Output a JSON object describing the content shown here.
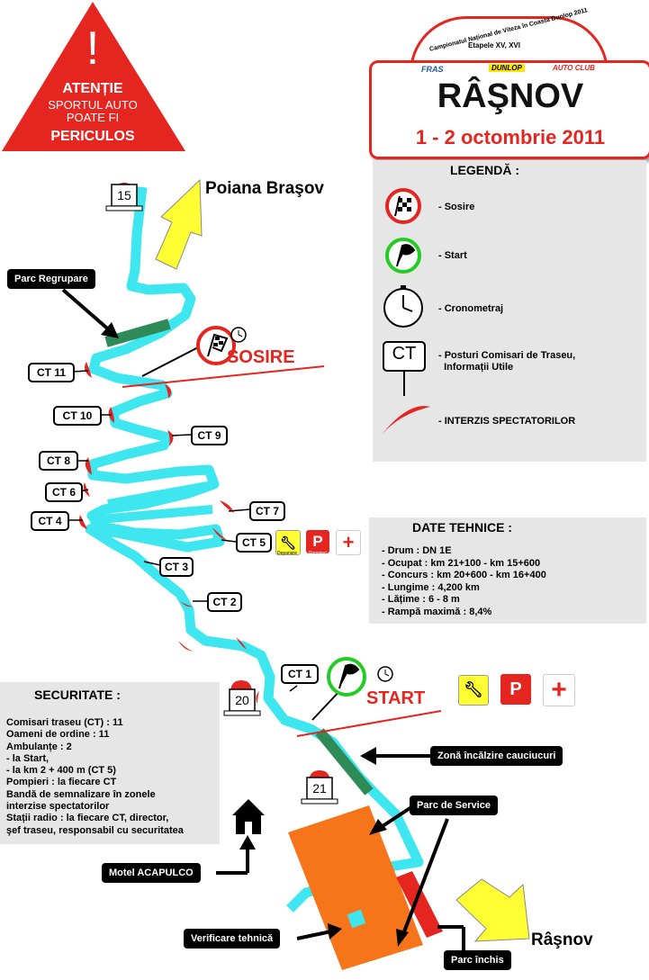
{
  "alert": {
    "exclamation": "!",
    "line1": "ATENȚIE",
    "line2": "SPORTUL AUTO",
    "line3": "POATE FI",
    "line4": "PERICULOS"
  },
  "event": {
    "arc_text": "Campionatul Național de Viteza în Coasta Dunlop 2011",
    "stages": "Etapele XV, XVI",
    "logo_left": "FRAS",
    "logo_mid": "DUNLOP",
    "logo_right": "AUTO CLUB",
    "title": "RÂŞNOV",
    "date": "1 - 2 octombrie 2011"
  },
  "legend": {
    "title": "LEGENDĂ :",
    "items": [
      "- Sosire",
      "- Start",
      "- Cronometraj",
      "- Posturi Comisari de Traseu,\n  Informații Utile",
      "- INTERZIS SPECTATORILOR"
    ],
    "ct_symbol": "CT"
  },
  "tech": {
    "title": "DATE TEHNICE :",
    "lines": [
      "- Drum : DN 1E",
      "- Ocupat : km 21+100 - km 15+600",
      "- Concurs : km 20+600 - km 16+400",
      "- Lungime : 4,200 km",
      "- Lățime : 6 - 8 m",
      "- Rampă maximă : 8,4%"
    ]
  },
  "security": {
    "title": "SECURITATE :",
    "lines": [
      "Comisari traseu (CT) : 11",
      "Oameni de ordine : 11",
      "Ambulanțe : 2",
      "- la Start,",
      "- la km 2 + 400 m (CT 5)",
      "Pompieri : la fiecare CT",
      "Bandă de semnalizare în zonele",
      "interzise spectatorilor",
      "Stații radio : la fiecare CT, director,",
      "şef traseu, responsabil cu securitatea"
    ]
  },
  "places": {
    "top": "Poiana Braşov",
    "bottom": "Râşnov"
  },
  "km_markers": [
    "15",
    "20",
    "21"
  ],
  "finish_label": "SOSIRE",
  "start_label": "START",
  "ct_posts": [
    "CT 11",
    "CT 10",
    "CT 9",
    "CT 8",
    "CT 6",
    "CT 4",
    "CT 7",
    "CT 5",
    "CT 3",
    "CT 2",
    "CT 1"
  ],
  "service_icons": {
    "depanare": "Depanare",
    "pompieri": "Pompieri",
    "parking": "P",
    "cross": "+"
  },
  "callouts": {
    "parc_regrupare": "Parc Regrupare",
    "zona_incalzire": "Zonă încălzire cauciucuri",
    "parc_service": "Parc de Service",
    "motel": "Motel ACAPULCO",
    "verificare": "Verificare tehnică",
    "parc_inchis": "Parc închis"
  },
  "colors": {
    "road": "#3ee6f0",
    "red": "#e52520",
    "orange": "#f7751a",
    "green": "#2e8b57",
    "yellow": "#ffff33",
    "panel": "#e6e6e6"
  }
}
